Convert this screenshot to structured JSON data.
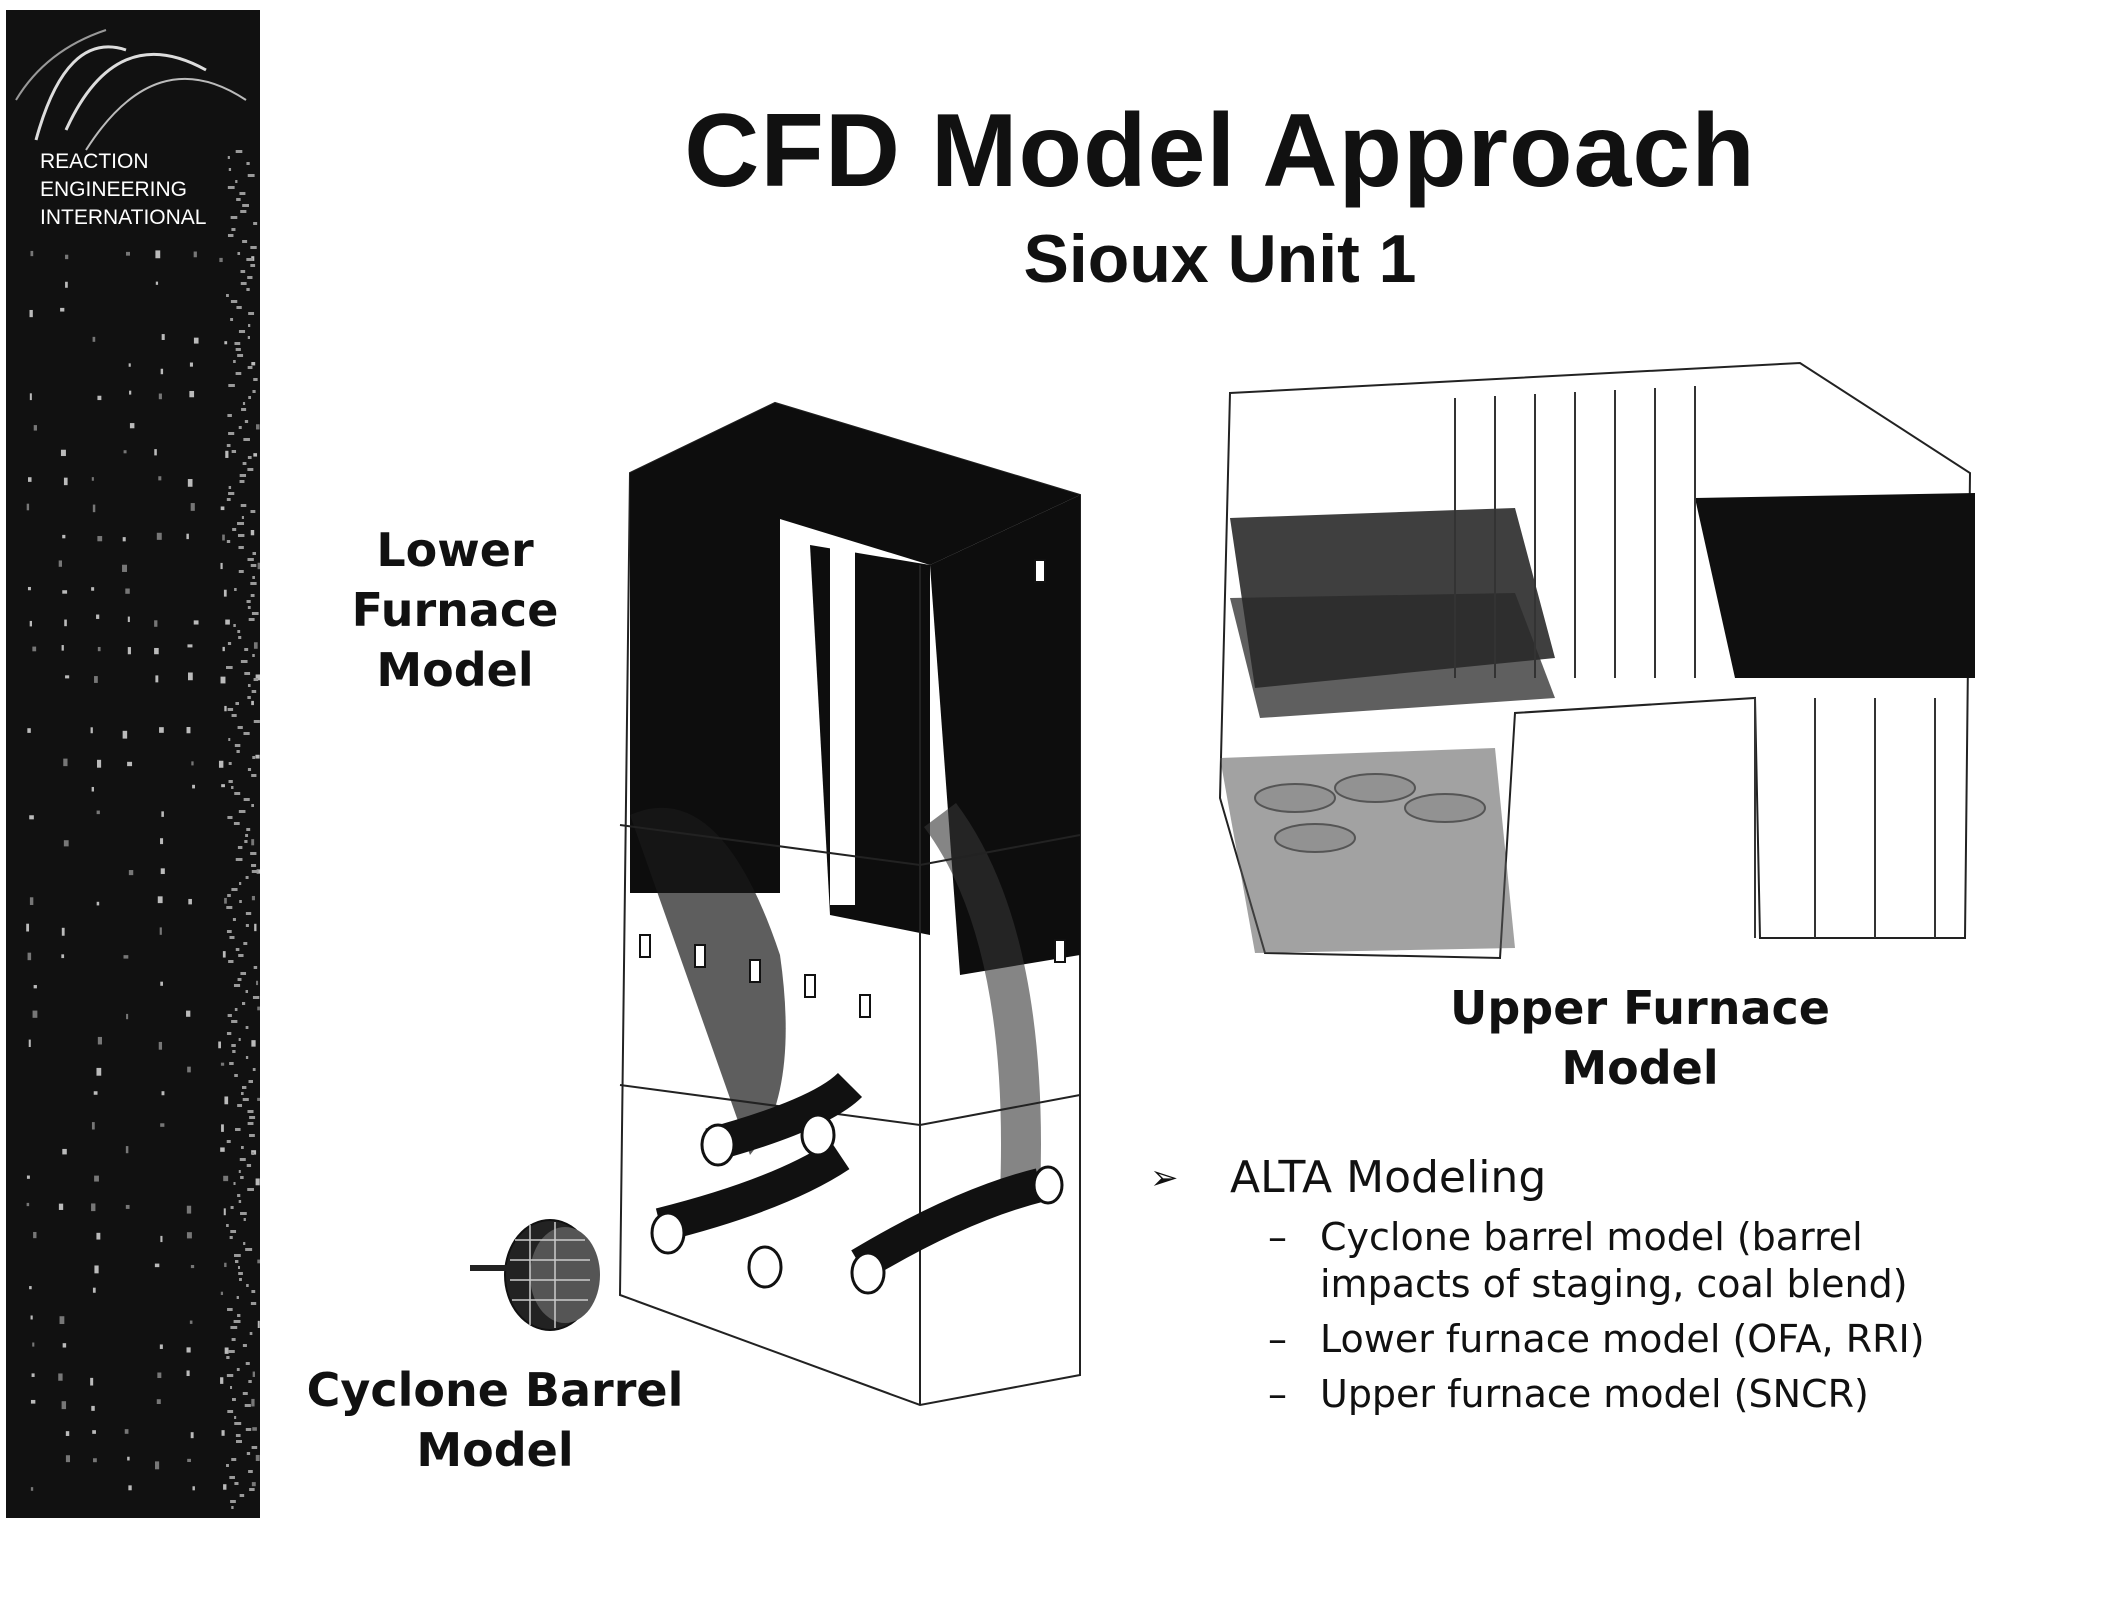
{
  "logo": {
    "line1": "REACTION",
    "line2": "ENGINEERING",
    "line3": "INTERNATIONAL"
  },
  "title": "CFD Model Approach",
  "subtitle": "Sioux Unit 1",
  "labels": {
    "lower_furnace": [
      "Lower Furnace",
      "Model"
    ],
    "upper_furnace": [
      "Upper Furnace",
      "Model"
    ],
    "cyclone_barrel": [
      "Cyclone Barrel",
      "Model"
    ]
  },
  "bullets": {
    "main": "ALTA Modeling",
    "items": [
      [
        "Cyclone barrel model (barrel",
        "impacts of staging, coal blend)"
      ],
      [
        "Lower furnace model (OFA, RRI)"
      ],
      [
        "Upper furnace model (SNCR)"
      ]
    ]
  },
  "colors": {
    "sidebar": "#111111",
    "text": "#111111",
    "background": "#ffffff"
  }
}
